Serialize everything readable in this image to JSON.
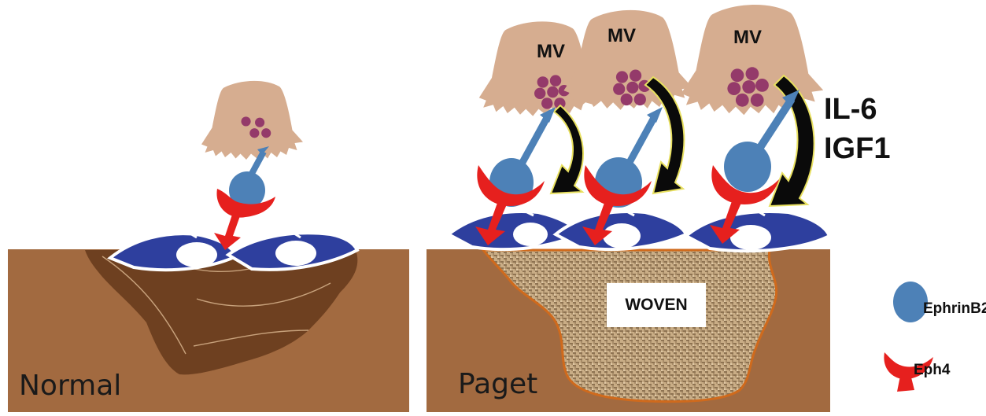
{
  "panels": {
    "normal_label": "Normal",
    "paget_label": "Paget"
  },
  "osteoclast_labels": [
    "MV",
    "MV",
    "MV"
  ],
  "woven_label": "WOVEN",
  "cytokines": {
    "line1": "IL-6",
    "line2": "IGF1"
  },
  "legend": {
    "ephrin_label": "EphrinB2",
    "eph_label": "Eph4"
  },
  "colors": {
    "bone": "#a26a40",
    "resorbed": "#6e4020",
    "osteoclast": "#d6ad90",
    "nuclei": "#943a6a",
    "ephrin": "#4d81b7",
    "eph": "#e6201e",
    "osteoblast": "#2e3f9e",
    "woven_border": "#d06a1c"
  }
}
